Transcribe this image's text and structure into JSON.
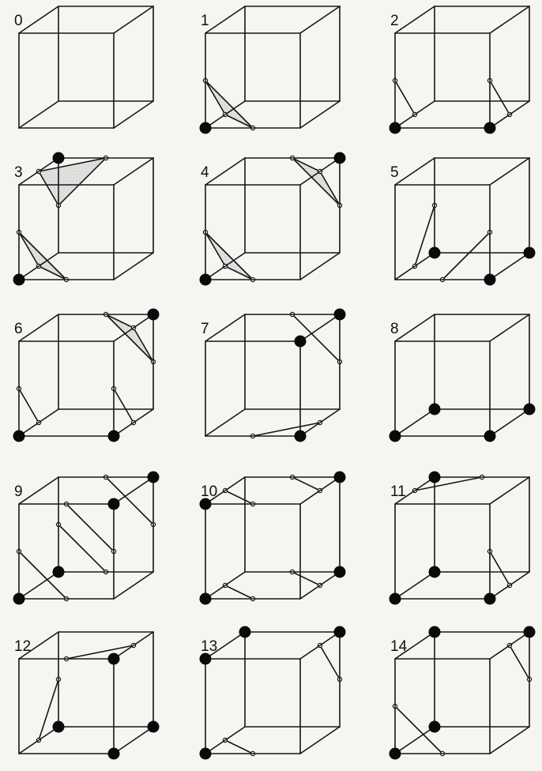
{
  "figure": {
    "cases": [
      {
        "label": "0",
        "verts": []
      },
      {
        "label": "1",
        "verts": [
          0
        ]
      },
      {
        "label": "2",
        "verts": [
          0,
          1
        ]
      },
      {
        "label": "3",
        "verts": [
          0,
          6
        ]
      },
      {
        "label": "4",
        "verts": [
          0,
          7
        ]
      },
      {
        "label": "5",
        "verts": [
          1,
          4,
          5
        ]
      },
      {
        "label": "6",
        "verts": [
          0,
          1,
          7
        ]
      },
      {
        "label": "7",
        "verts": [
          1,
          3,
          7
        ]
      },
      {
        "label": "8",
        "verts": [
          0,
          1,
          4,
          5
        ]
      },
      {
        "label": "9",
        "verts": [
          0,
          3,
          4,
          7
        ]
      },
      {
        "label": "10",
        "verts": [
          0,
          2,
          5,
          7
        ]
      },
      {
        "label": "11",
        "verts": [
          0,
          1,
          4,
          6
        ]
      },
      {
        "label": "12",
        "verts": [
          1,
          4,
          5,
          3
        ]
      },
      {
        "label": "13",
        "verts": [
          0,
          2,
          7,
          6
        ]
      },
      {
        "label": "14",
        "verts": [
          0,
          6,
          7,
          4
        ]
      }
    ]
  }
}
